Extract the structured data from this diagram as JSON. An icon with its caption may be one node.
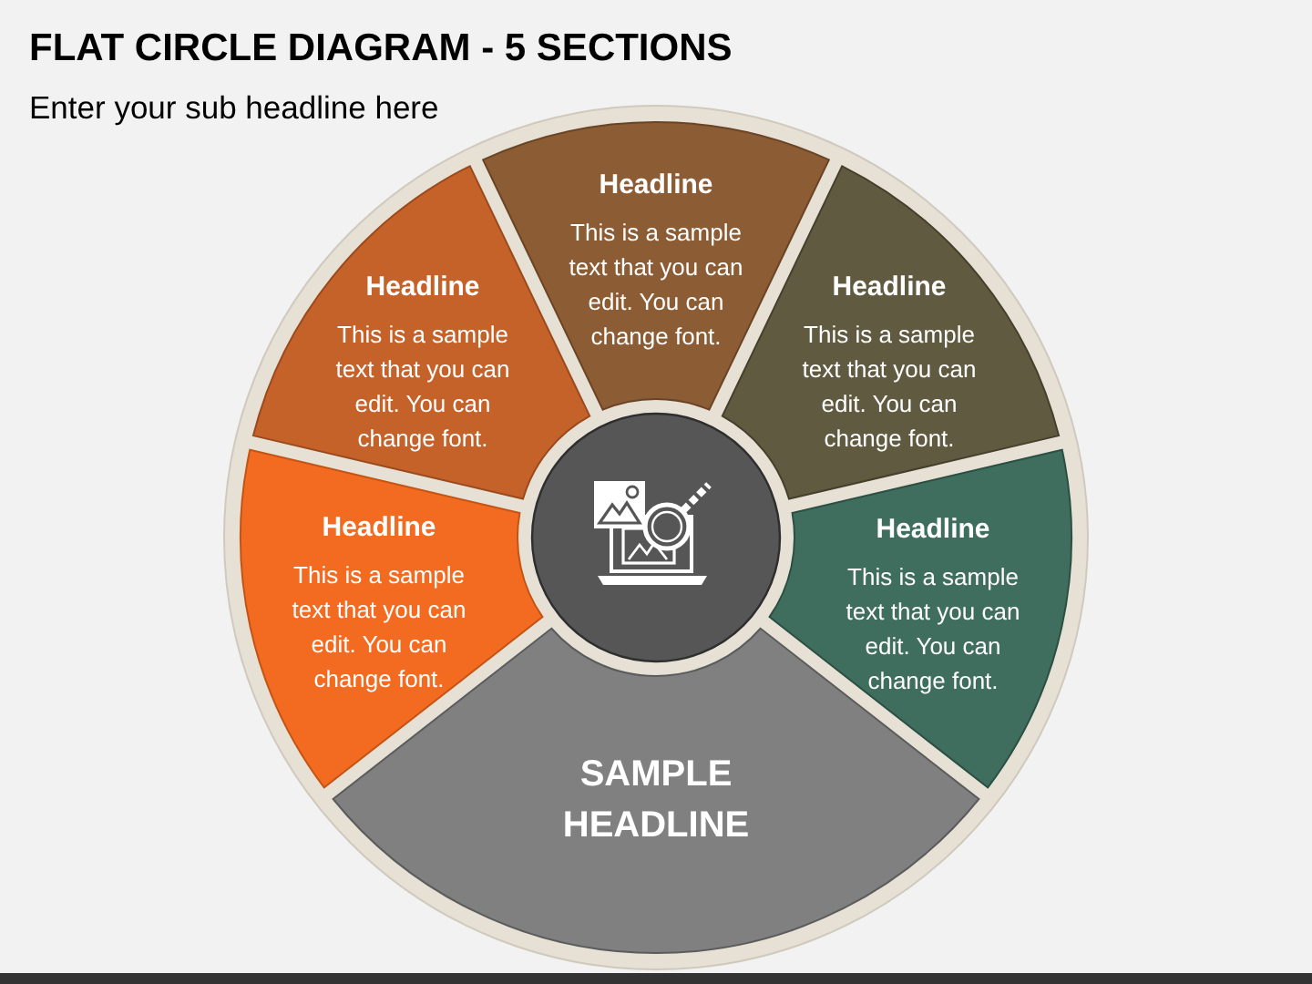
{
  "diagram": {
    "title": "FLAT CIRCLE DIAGRAM - 5 SECTIONS",
    "nodes": [
      {
        "text": [
          "Headline",
          "This is a sample text that you can edit. You can change font."
        ]
      },
      {
        "text": [
          "Headline",
          "This is a sample text that you can edit. You can change font."
        ]
      },
      {
        "text": [
          "Headline",
          "This is a sample text that you can edit. You can change font."
        ]
      },
      {
        "text": [
          "Headline",
          "This is a sample text that you can edit. You can change font."
        ]
      },
      {
        "text": [
          "Headline",
          "This is a sample text that you can edit. You can change font."
        ]
      },
      {
        "text": [],
        "shape": "circle"
      },
      {
        "text": [
          "SAMPLE HEADLINE"
        ]
      }
    ],
    "labels": [
      "Enter your sub headline here"
    ]
  }
}
